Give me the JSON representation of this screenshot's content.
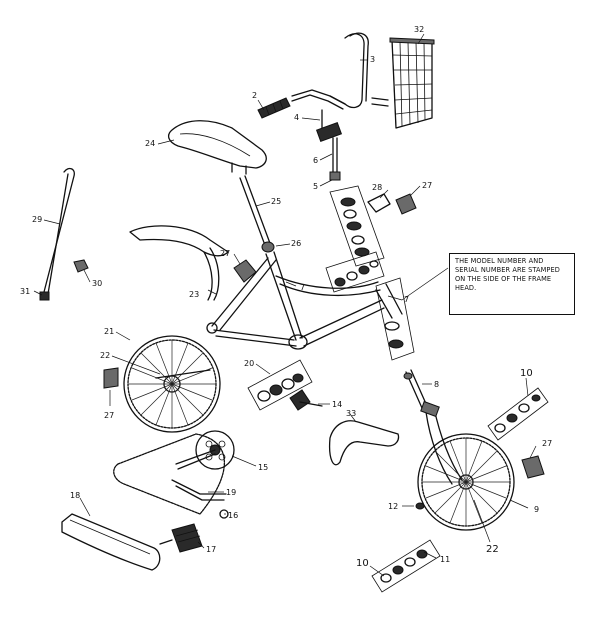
{
  "note": "THE MODEL NUMBER AND SERIAL NUMBER ARE STAMPED ON THE SIDE OF THE FRAME HEAD.",
  "labels": {
    "p2": "2",
    "p3": "3",
    "p4": "4",
    "p5": "5",
    "p6": "6",
    "p7a": "7",
    "p7b": "7",
    "p8": "8",
    "p9": "9",
    "p10a": "10",
    "p10b": "10",
    "p11": "11",
    "p12": "12",
    "p14": "14",
    "p15": "15",
    "p16": "16",
    "p17": "17",
    "p18": "18",
    "p19": "19",
    "p20": "20",
    "p21": "21",
    "p22a": "22",
    "p22b": "22",
    "p23": "23",
    "p24": "24",
    "p25": "25",
    "p26": "26",
    "p27a": "27",
    "p27b": "27",
    "p27c": "27",
    "p27d": "27",
    "p28": "28",
    "p29": "29",
    "p30": "30",
    "p31": "31",
    "p32": "32",
    "p33": "33"
  }
}
